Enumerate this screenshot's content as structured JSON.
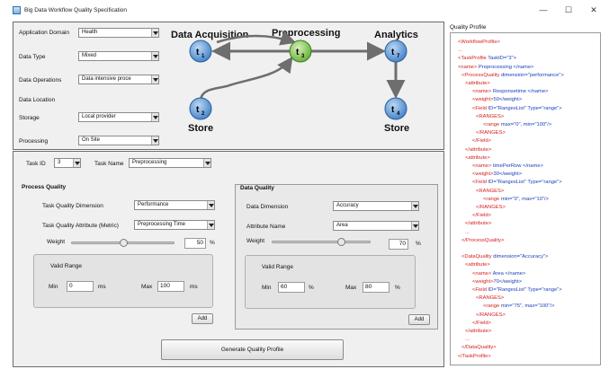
{
  "window": {
    "title": "Big Data Workflow Quality Specification",
    "minimize_glyph": "—",
    "maximize_glyph": "☐",
    "close_glyph": "✕"
  },
  "top_panel": {
    "application_domain_label": "Application Domain",
    "application_domain_value": "Health",
    "data_type_label": "Data Type",
    "data_type_value": "Mixed",
    "data_operations_label": "Data Operations",
    "data_operations_value": "Data intensive proce",
    "data_location_label": "Data Location",
    "storage_label": "Storage",
    "storage_value": "Local provider",
    "processing_label": "Processing",
    "processing_value": "On Site"
  },
  "diagram": {
    "stage_labels": [
      "Data Acquisition",
      "Preprocessing",
      "Analytics"
    ],
    "store_labels": [
      "Store",
      "Store"
    ],
    "nodes": [
      {
        "id": "t1",
        "label": "t",
        "sub": "1",
        "highlighted": false
      },
      {
        "id": "t3",
        "label": "t",
        "sub": "3",
        "highlighted": true
      },
      {
        "id": "t7",
        "label": "t",
        "sub": "7",
        "highlighted": false
      },
      {
        "id": "t2",
        "label": "t",
        "sub": "2",
        "highlighted": false
      },
      {
        "id": "t4",
        "label": "t",
        "sub": "4",
        "highlighted": false
      }
    ],
    "colors": {
      "node": "#4f8fd3",
      "highlight": "#7ec44f",
      "arrow": "#6e6e6e"
    }
  },
  "task": {
    "task_id_label": "Task ID",
    "task_id_value": "3",
    "task_name_label": "Task Name",
    "task_name_value": "Preprocessing"
  },
  "process_quality": {
    "title": "Process Quality",
    "dimension_label": "Task Quality Dimension",
    "dimension_value": "Performance",
    "attribute_label": "Task Quality Attribute (Metric)",
    "attribute_value": "Preprocessing Time",
    "weight_label": "Weight",
    "weight_value": "50",
    "weight_fraction": 0.5,
    "percent_sign": "%",
    "valid_range_label": "Valid Range",
    "min_label": "Min",
    "min_value": "0",
    "min_unit": "ms",
    "max_label": "Max",
    "max_value": "100",
    "max_unit": "ms",
    "add_button": "Add"
  },
  "data_quality": {
    "title": "Data Quality",
    "dimension_label": "Data Dimension",
    "dimension_value": "Accuracy",
    "attribute_label": "Attribute Name",
    "attribute_value": "Area",
    "weight_label": "Weight",
    "weight_value": "70",
    "weight_fraction": 0.7,
    "percent_sign": "%",
    "valid_range_label": "Valid Range",
    "min_label": "Min",
    "min_value": "60",
    "min_unit": "%",
    "max_label": "Max",
    "max_value": "80",
    "max_unit": "%",
    "add_button": "Add"
  },
  "generate_button": "Generate Quality Profile",
  "quality_profile": {
    "title": "Quality Profile",
    "lines": [
      {
        "indent": 0,
        "red": "<WorkflowProfile>",
        "blue": ""
      },
      {
        "indent": 0,
        "red": "...",
        "blue": ""
      },
      {
        "indent": 0,
        "red": "<TaskProfile ",
        "blue": "TaskID=\"3\">"
      },
      {
        "indent": 0,
        "red": "<name> ",
        "blue": "Preprocessing </name>"
      },
      {
        "indent": 1,
        "red": "<ProcessQuality ",
        "blue": "dimension=\"performance\">"
      },
      {
        "indent": 2,
        "red": "<attribute>",
        "blue": ""
      },
      {
        "indent": 4,
        "red": "<name> ",
        "blue": "Responsetime </name>"
      },
      {
        "indent": 4,
        "red": "<weight>",
        "blue": "50</weight>"
      },
      {
        "indent": 4,
        "red": "<Field ",
        "blue": "ID=\"RangesList\" Type=\"range\">"
      },
      {
        "indent": 5,
        "red": "<RANGES>",
        "blue": ""
      },
      {
        "indent": 7,
        "red": "<range ",
        "blue": "max=\"0\", min=\"100\"/>"
      },
      {
        "indent": 5,
        "red": "</RANGES>",
        "blue": ""
      },
      {
        "indent": 4,
        "red": "</Field>",
        "blue": ""
      },
      {
        "indent": 2,
        "red": "</attribute>",
        "blue": ""
      },
      {
        "indent": 2,
        "red": "<attribute>",
        "blue": ""
      },
      {
        "indent": 4,
        "red": "<name> ",
        "blue": "timePerRow </name>"
      },
      {
        "indent": 4,
        "red": "<weight>",
        "blue": "30</weight>"
      },
      {
        "indent": 4,
        "red": "<Field ",
        "blue": "ID=\"RangesList\" Type=\"range\">"
      },
      {
        "indent": 5,
        "red": "<RANGES>",
        "blue": ""
      },
      {
        "indent": 7,
        "red": "<range ",
        "blue": "min=\"0\", max=\"10\"/>"
      },
      {
        "indent": 5,
        "red": "</RANGES>",
        "blue": ""
      },
      {
        "indent": 4,
        "red": "</Field>",
        "blue": ""
      },
      {
        "indent": 2,
        "red": "</attribute>",
        "blue": ""
      },
      {
        "indent": 2,
        "red": "...",
        "blue": ""
      },
      {
        "indent": 1,
        "red": "</ProcessQuality>",
        "blue": ""
      },
      {
        "indent": 0,
        "red": "",
        "blue": ""
      },
      {
        "indent": 1,
        "red": "<DataQuality ",
        "blue": "dimension=\"Accuracy\">"
      },
      {
        "indent": 2,
        "red": "<attribute>",
        "blue": ""
      },
      {
        "indent": 4,
        "red": "<name> ",
        "blue": "Area </name>"
      },
      {
        "indent": 4,
        "red": "<weight>",
        "blue": "70</weight>"
      },
      {
        "indent": 4,
        "red": "<Field ",
        "blue": "ID=\"RangesList\" Type=\"range\">"
      },
      {
        "indent": 5,
        "red": "<RANGES>",
        "blue": ""
      },
      {
        "indent": 7,
        "red": "<range ",
        "blue": "min=\"75\", max=\"100\"/>"
      },
      {
        "indent": 5,
        "red": "</RANGES>",
        "blue": ""
      },
      {
        "indent": 4,
        "red": "</Field>",
        "blue": ""
      },
      {
        "indent": 2,
        "red": "</attribute>",
        "blue": ""
      },
      {
        "indent": 2,
        "red": "...",
        "blue": ""
      },
      {
        "indent": 1,
        "red": "</DataQuality>",
        "blue": ""
      },
      {
        "indent": 0,
        "red": "</TaskProfile>",
        "blue": ""
      }
    ]
  }
}
